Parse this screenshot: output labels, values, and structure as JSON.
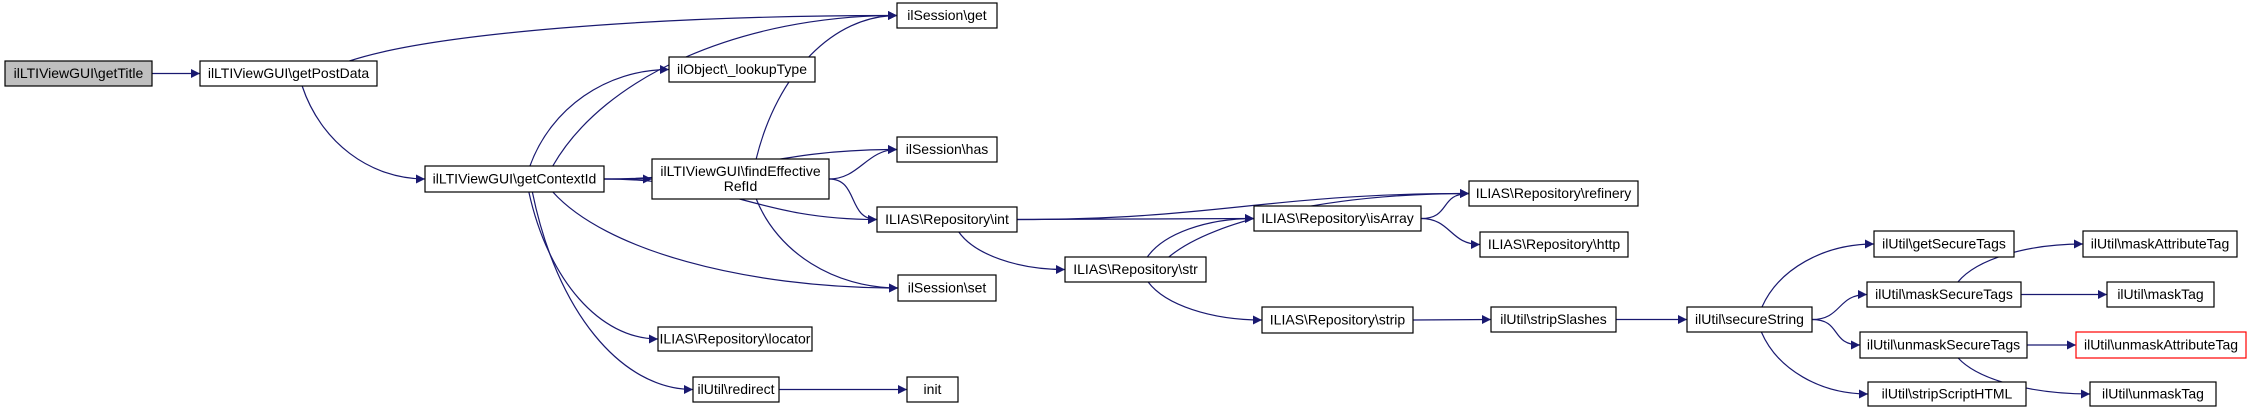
{
  "diagram": {
    "type": "call-graph",
    "colors": {
      "edge": "#191970",
      "root_fill": "#bfbfbf",
      "node_border": "#000000",
      "truncated_border": "#ff0000"
    },
    "nodes": [
      {
        "id": "getTitle",
        "label": [
          "ilLTIViewGUI\\getTitle"
        ],
        "root": true
      },
      {
        "id": "getPostData",
        "label": [
          "ilLTIViewGUI\\getPostData"
        ]
      },
      {
        "id": "sessGet",
        "label": [
          "ilSession\\get"
        ]
      },
      {
        "id": "lookupType",
        "label": [
          "ilObject\\_lookupType"
        ]
      },
      {
        "id": "sessHas",
        "label": [
          "ilSession\\has"
        ]
      },
      {
        "id": "getContextId",
        "label": [
          "ilLTIViewGUI\\getContextId"
        ]
      },
      {
        "id": "findEff",
        "label": [
          "ilLTIViewGUI\\findEffective",
          "RefId"
        ]
      },
      {
        "id": "repInt",
        "label": [
          "ILIAS\\Repository\\int"
        ]
      },
      {
        "id": "sessSet",
        "label": [
          "ilSession\\set"
        ]
      },
      {
        "id": "locator",
        "label": [
          "ILIAS\\Repository\\locator"
        ]
      },
      {
        "id": "redirect",
        "label": [
          "ilUtil\\redirect"
        ]
      },
      {
        "id": "init",
        "label": [
          "init"
        ]
      },
      {
        "id": "refinery",
        "label": [
          "ILIAS\\Repository\\refinery"
        ]
      },
      {
        "id": "isArray",
        "label": [
          "ILIAS\\Repository\\isArray"
        ]
      },
      {
        "id": "http",
        "label": [
          "ILIAS\\Repository\\http"
        ]
      },
      {
        "id": "repStr",
        "label": [
          "ILIAS\\Repository\\str"
        ]
      },
      {
        "id": "repStrip",
        "label": [
          "ILIAS\\Repository\\strip"
        ]
      },
      {
        "id": "stripSlashes",
        "label": [
          "ilUtil\\stripSlashes"
        ]
      },
      {
        "id": "secureString",
        "label": [
          "ilUtil\\secureString"
        ]
      },
      {
        "id": "getSecureTags",
        "label": [
          "ilUtil\\getSecureTags"
        ]
      },
      {
        "id": "maskSecureTags",
        "label": [
          "ilUtil\\maskSecureTags"
        ]
      },
      {
        "id": "unmaskSecureTags",
        "label": [
          "ilUtil\\unmaskSecureTags"
        ]
      },
      {
        "id": "stripScriptHTML",
        "label": [
          "ilUtil\\stripScriptHTML"
        ]
      },
      {
        "id": "maskAttributeTag",
        "label": [
          "ilUtil\\maskAttributeTag"
        ]
      },
      {
        "id": "maskTag",
        "label": [
          "ilUtil\\maskTag"
        ]
      },
      {
        "id": "unmaskAttributeTag",
        "label": [
          "ilUtil\\unmaskAttributeTag"
        ],
        "truncated": true
      },
      {
        "id": "unmaskTag",
        "label": [
          "ilUtil\\unmaskTag"
        ]
      }
    ],
    "edges": [
      [
        "getTitle",
        "getPostData"
      ],
      [
        "getPostData",
        "sessGet"
      ],
      [
        "getPostData",
        "getContextId"
      ],
      [
        "getContextId",
        "sessGet"
      ],
      [
        "getContextId",
        "lookupType"
      ],
      [
        "getContextId",
        "sessHas"
      ],
      [
        "getContextId",
        "findEff"
      ],
      [
        "getContextId",
        "repInt"
      ],
      [
        "getContextId",
        "sessSet"
      ],
      [
        "getContextId",
        "locator"
      ],
      [
        "getContextId",
        "redirect"
      ],
      [
        "findEff",
        "sessGet"
      ],
      [
        "findEff",
        "sessHas"
      ],
      [
        "findEff",
        "repInt"
      ],
      [
        "findEff",
        "sessSet"
      ],
      [
        "repInt",
        "refinery"
      ],
      [
        "repInt",
        "isArray"
      ],
      [
        "repInt",
        "repStr"
      ],
      [
        "repStr",
        "isArray"
      ],
      [
        "repStr",
        "refinery"
      ],
      [
        "repStr",
        "repStrip"
      ],
      [
        "isArray",
        "refinery"
      ],
      [
        "isArray",
        "http"
      ],
      [
        "repStrip",
        "stripSlashes"
      ],
      [
        "stripSlashes",
        "secureString"
      ],
      [
        "secureString",
        "getSecureTags"
      ],
      [
        "secureString",
        "maskSecureTags"
      ],
      [
        "secureString",
        "unmaskSecureTags"
      ],
      [
        "secureString",
        "stripScriptHTML"
      ],
      [
        "maskSecureTags",
        "maskAttributeTag"
      ],
      [
        "maskSecureTags",
        "maskTag"
      ],
      [
        "unmaskSecureTags",
        "unmaskAttributeTag"
      ],
      [
        "unmaskSecureTags",
        "unmaskTag"
      ],
      [
        "redirect",
        "init"
      ]
    ]
  }
}
